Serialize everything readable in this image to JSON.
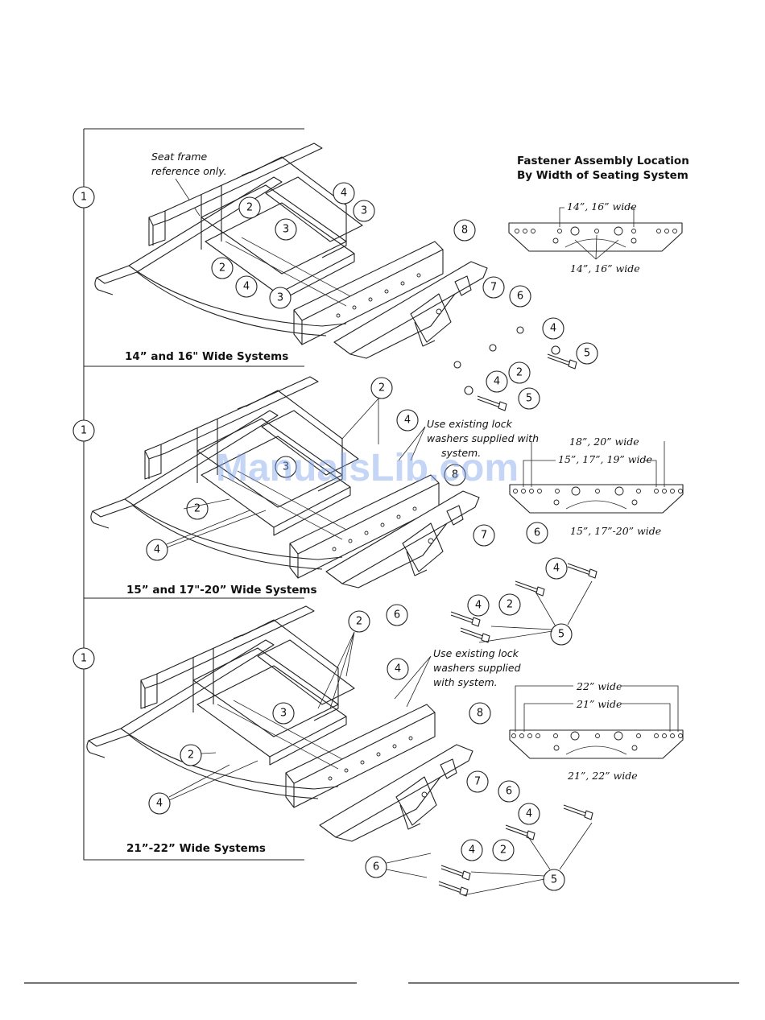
{
  "watermark": "ManualsLib.com",
  "panels": [
    {
      "step": "1",
      "caption": "14” and 16\" Wide Systems",
      "note_lines": [
        "Seat frame",
        "reference only."
      ],
      "bracket_heading": [
        "Fastener Assembly Location",
        "By Width of Seating System"
      ],
      "bracket_labels": [
        "14”, 16” wide",
        "14”, 16” wide"
      ],
      "callouts": [
        "2",
        "4",
        "3",
        "3",
        "2",
        "4",
        "3",
        "8",
        "7",
        "6",
        "4",
        "5",
        "2",
        "4",
        "5"
      ]
    },
    {
      "step": "1",
      "caption": "15” and 17\"-20” Wide Systems",
      "note_lines": [
        "Use existing lock",
        "washers supplied with",
        "system."
      ],
      "bracket_labels": [
        "18”, 20” wide",
        "15”, 17”, 19” wide",
        "15”, 17”-20” wide"
      ],
      "callouts": [
        "2",
        "4",
        "3",
        "8",
        "2",
        "4",
        "7",
        "6",
        "4",
        "2",
        "4",
        "6",
        "5"
      ]
    },
    {
      "step": "1",
      "caption": "21”-22” Wide Systems",
      "note_lines": [
        "Use existing lock",
        "washers supplied",
        "with system."
      ],
      "bracket_labels": [
        "22” wide",
        "21” wide",
        "21”, 22” wide"
      ],
      "callouts": [
        "2",
        "4",
        "3",
        "8",
        "2",
        "4",
        "7",
        "6",
        "4",
        "2",
        "4",
        "6",
        "5"
      ]
    }
  ]
}
